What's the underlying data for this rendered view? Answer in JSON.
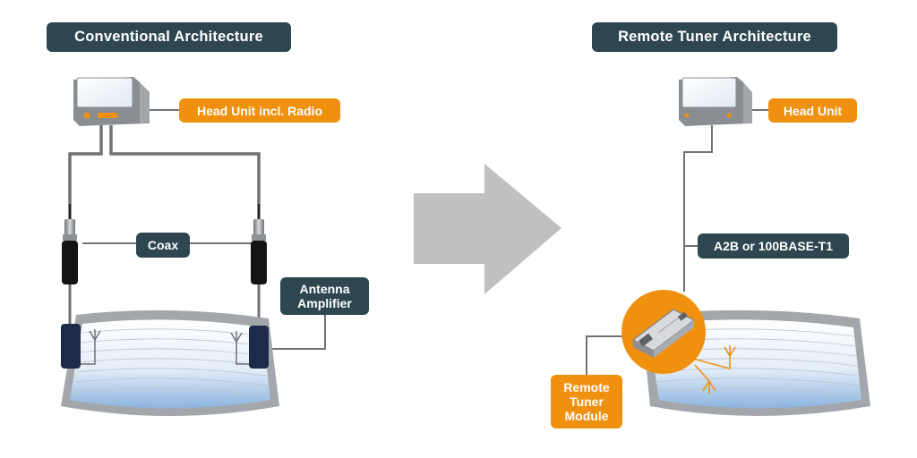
{
  "left": {
    "title": "Conventional Architecture",
    "head_unit_label": "Head Unit incl. Radio",
    "coax_label": "Coax",
    "amplifier_label": "Antenna Amplifier"
  },
  "right": {
    "title": "Remote Tuner Architecture",
    "head_unit_label": "Head Unit",
    "bus_label": "A2B or 100BASE-T1",
    "tuner_label": "Remote Tuner Module"
  },
  "colors": {
    "dark_label": "#2d4650",
    "orange_label": "#f0900f",
    "arrow": "#bfc0c2",
    "device_grey": "#a3a6aa",
    "amplifier_navy": "#1e2a4a"
  },
  "icons": [
    "head-unit-icon",
    "coax-connector-icon",
    "windshield-icon",
    "antenna-icon",
    "big-right-arrow-icon",
    "tuner-module-icon"
  ]
}
